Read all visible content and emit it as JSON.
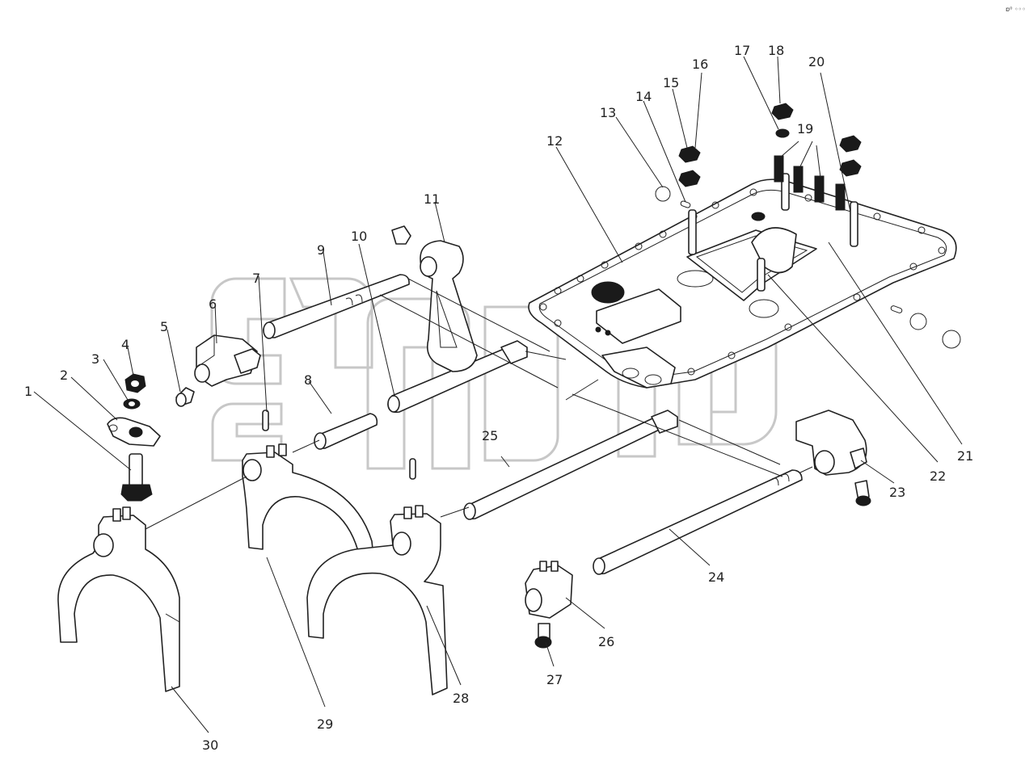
{
  "labels": [
    "1",
    "2",
    "3",
    "4",
    "5",
    "6",
    "7",
    "8",
    "9",
    "10",
    "11",
    "12",
    "13",
    "14",
    "15",
    "16",
    "17",
    "18",
    "19",
    "20",
    "21",
    "22",
    "23",
    "24",
    "25",
    "26",
    "27",
    "28",
    "29",
    "30"
  ],
  "watermark": "snap",
  "corner_mark": "ɒ⁰ ◦◦◦"
}
